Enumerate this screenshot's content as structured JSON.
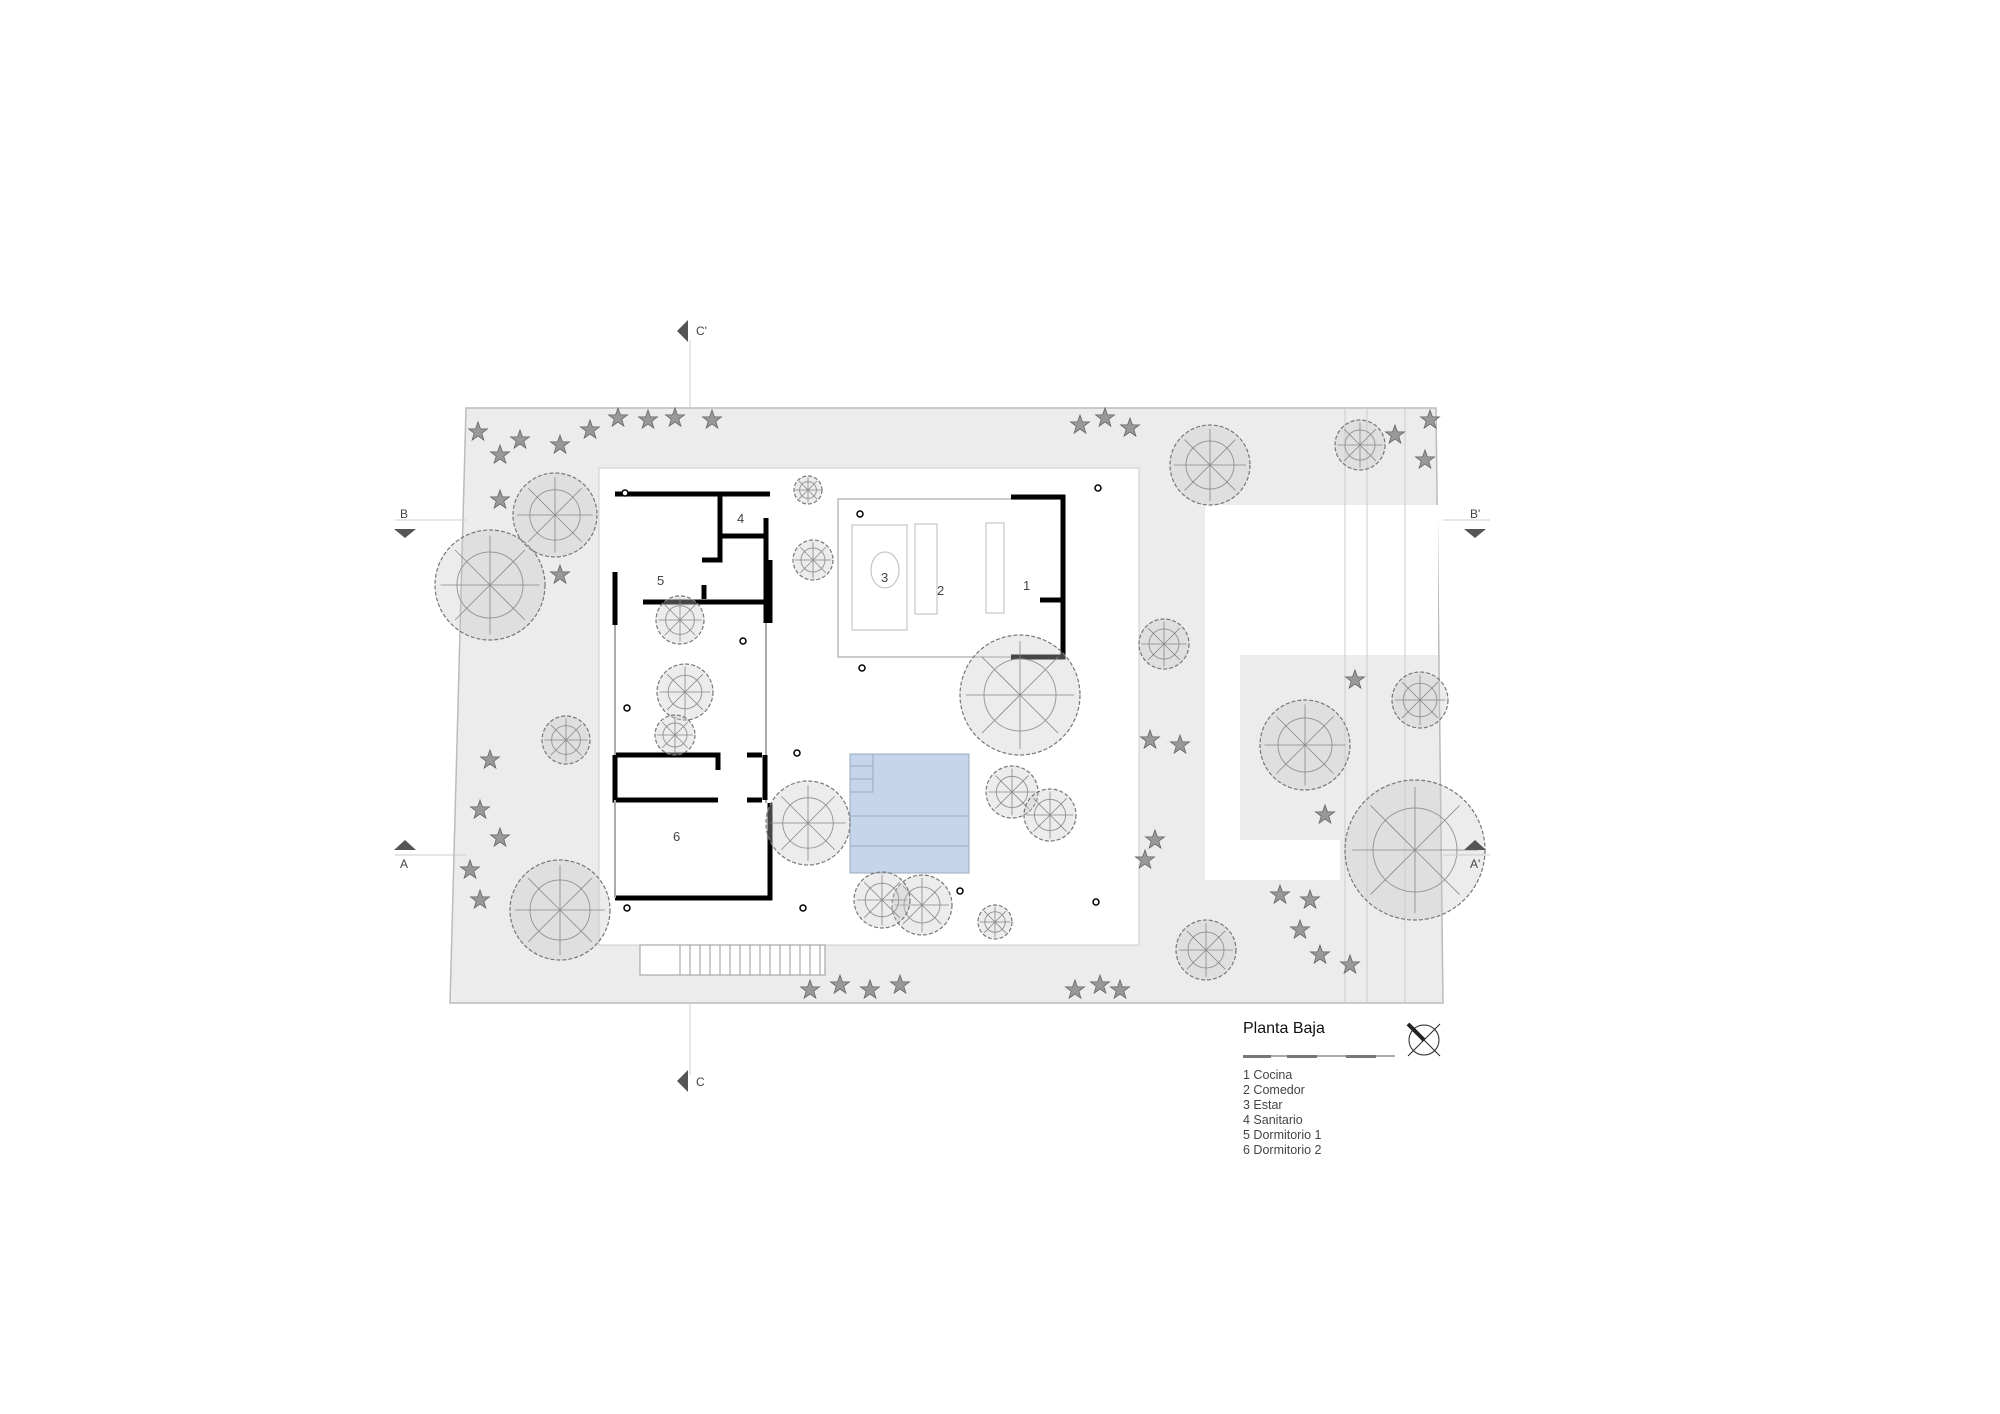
{
  "plan": {
    "title": "Planta Baja",
    "rooms": [
      {
        "number": "1",
        "name": "Cocina"
      },
      {
        "number": "2",
        "name": "Comedor"
      },
      {
        "number": "3",
        "name": "Estar"
      },
      {
        "number": "4",
        "name": "Sanitario"
      },
      {
        "number": "5",
        "name": "Dormitorio 1"
      },
      {
        "number": "6",
        "name": "Dormitorio 2"
      }
    ],
    "legend_items": [
      "1 Cocina",
      "2 Comedor",
      "3 Estar",
      "4 Sanitario",
      "5 Dormitorio 1",
      "6 Dormitorio 2"
    ],
    "section_marks": {
      "c_top": "C'",
      "c_bottom": "C",
      "b_left": "B",
      "b_right": "B'",
      "a_left": "A",
      "a_right": "A'"
    },
    "icons": [
      "north-arrow-icon",
      "scale-bar-icon",
      "tree-icon",
      "section-marker-icon"
    ]
  },
  "colors": {
    "pool": "#c5d5ec",
    "lot": "#ececec",
    "wall": "#000000"
  }
}
